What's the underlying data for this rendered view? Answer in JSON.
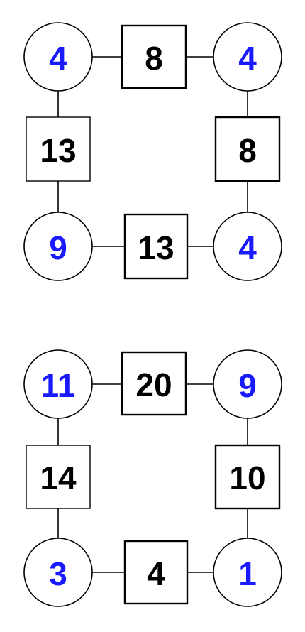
{
  "colors": {
    "circle_text": "#1a1aff",
    "square_text": "#000000",
    "stroke": "#000000",
    "fill": "#ffffff"
  },
  "puzzles": [
    {
      "circles": {
        "top_left": "4",
        "top_right": "4",
        "bottom_left": "9",
        "bottom_right": "4"
      },
      "squares": {
        "top": "8",
        "left": "13",
        "right": "8",
        "bottom": "13"
      }
    },
    {
      "circles": {
        "top_left": "11",
        "top_right": "9",
        "bottom_left": "3",
        "bottom_right": "1"
      },
      "squares": {
        "top": "20",
        "left": "14",
        "right": "10",
        "bottom": "4"
      }
    }
  ]
}
